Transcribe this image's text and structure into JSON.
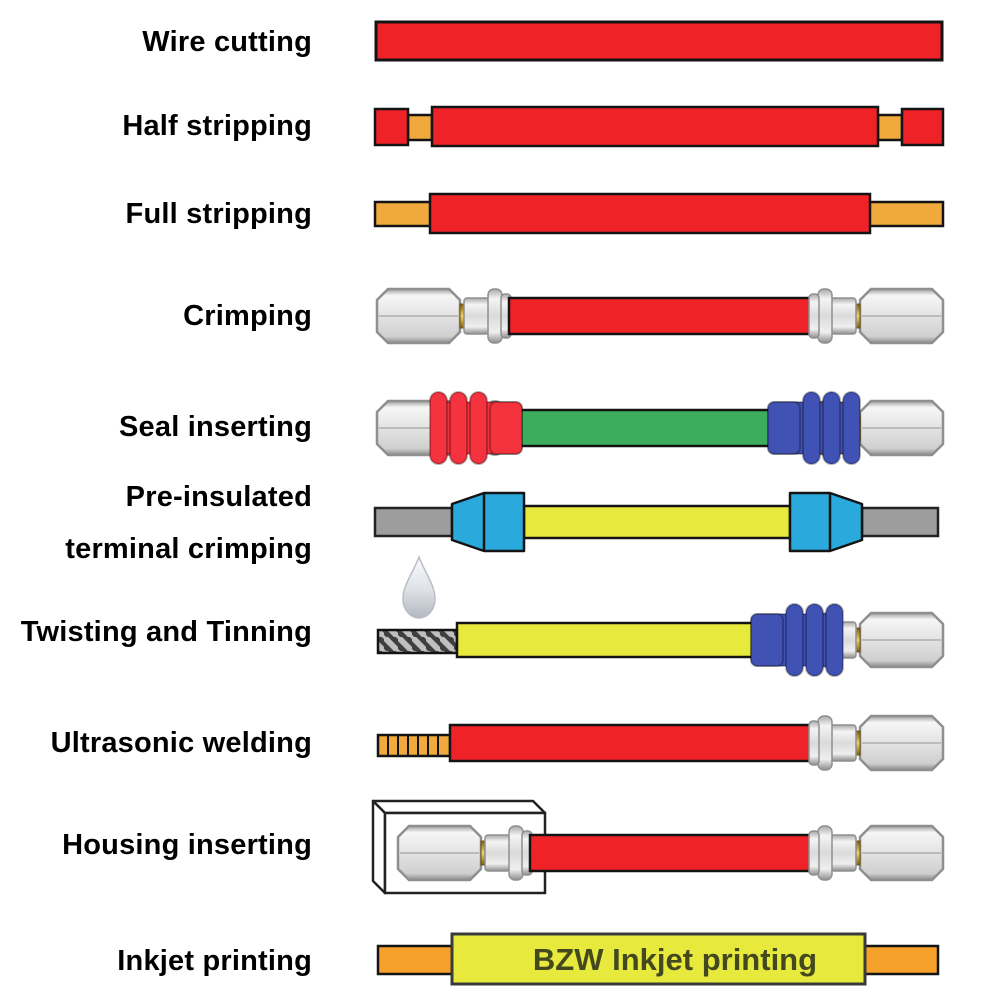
{
  "diagram": {
    "subject": "wire-harness-production-process-steps"
  },
  "steps": [
    {
      "id": "wire-cutting",
      "label": "Wire cutting"
    },
    {
      "id": "half-stripping",
      "label": "Half stripping"
    },
    {
      "id": "full-stripping",
      "label": "Full stripping"
    },
    {
      "id": "crimping",
      "label": "Crimping"
    },
    {
      "id": "seal-inserting",
      "label": "Seal inserting"
    },
    {
      "id": "pre-insulated-terminal-crimping",
      "label": "Pre-insulated terminal crimping"
    },
    {
      "id": "twisting-and-tinning",
      "label": "Twisting and Tinning"
    },
    {
      "id": "ultrasonic-welding",
      "label": "Ultrasonic welding"
    },
    {
      "id": "housing-inserting",
      "label": "Housing inserting"
    },
    {
      "id": "inkjet-printing",
      "label": "Inkjet printing",
      "wire_print_text": "BZW Inkjet printing"
    }
  ],
  "colors": {
    "wire_red": "#EE2227",
    "strip_orange": "#F0A93C",
    "copper_orange": "#F5A12B",
    "wire_green": "#3CAD5D",
    "wire_yellow": "#E7EA3D",
    "wire_gray": "#9D9D9D",
    "terminal_cyan": "#29A9DC",
    "seal_red": "#F5333E",
    "seal_blue": "#4053B4",
    "outline": "#141414",
    "label_text": "#000000",
    "inkjet_text": "#43481F",
    "housing_white": "#FFFFFF"
  }
}
